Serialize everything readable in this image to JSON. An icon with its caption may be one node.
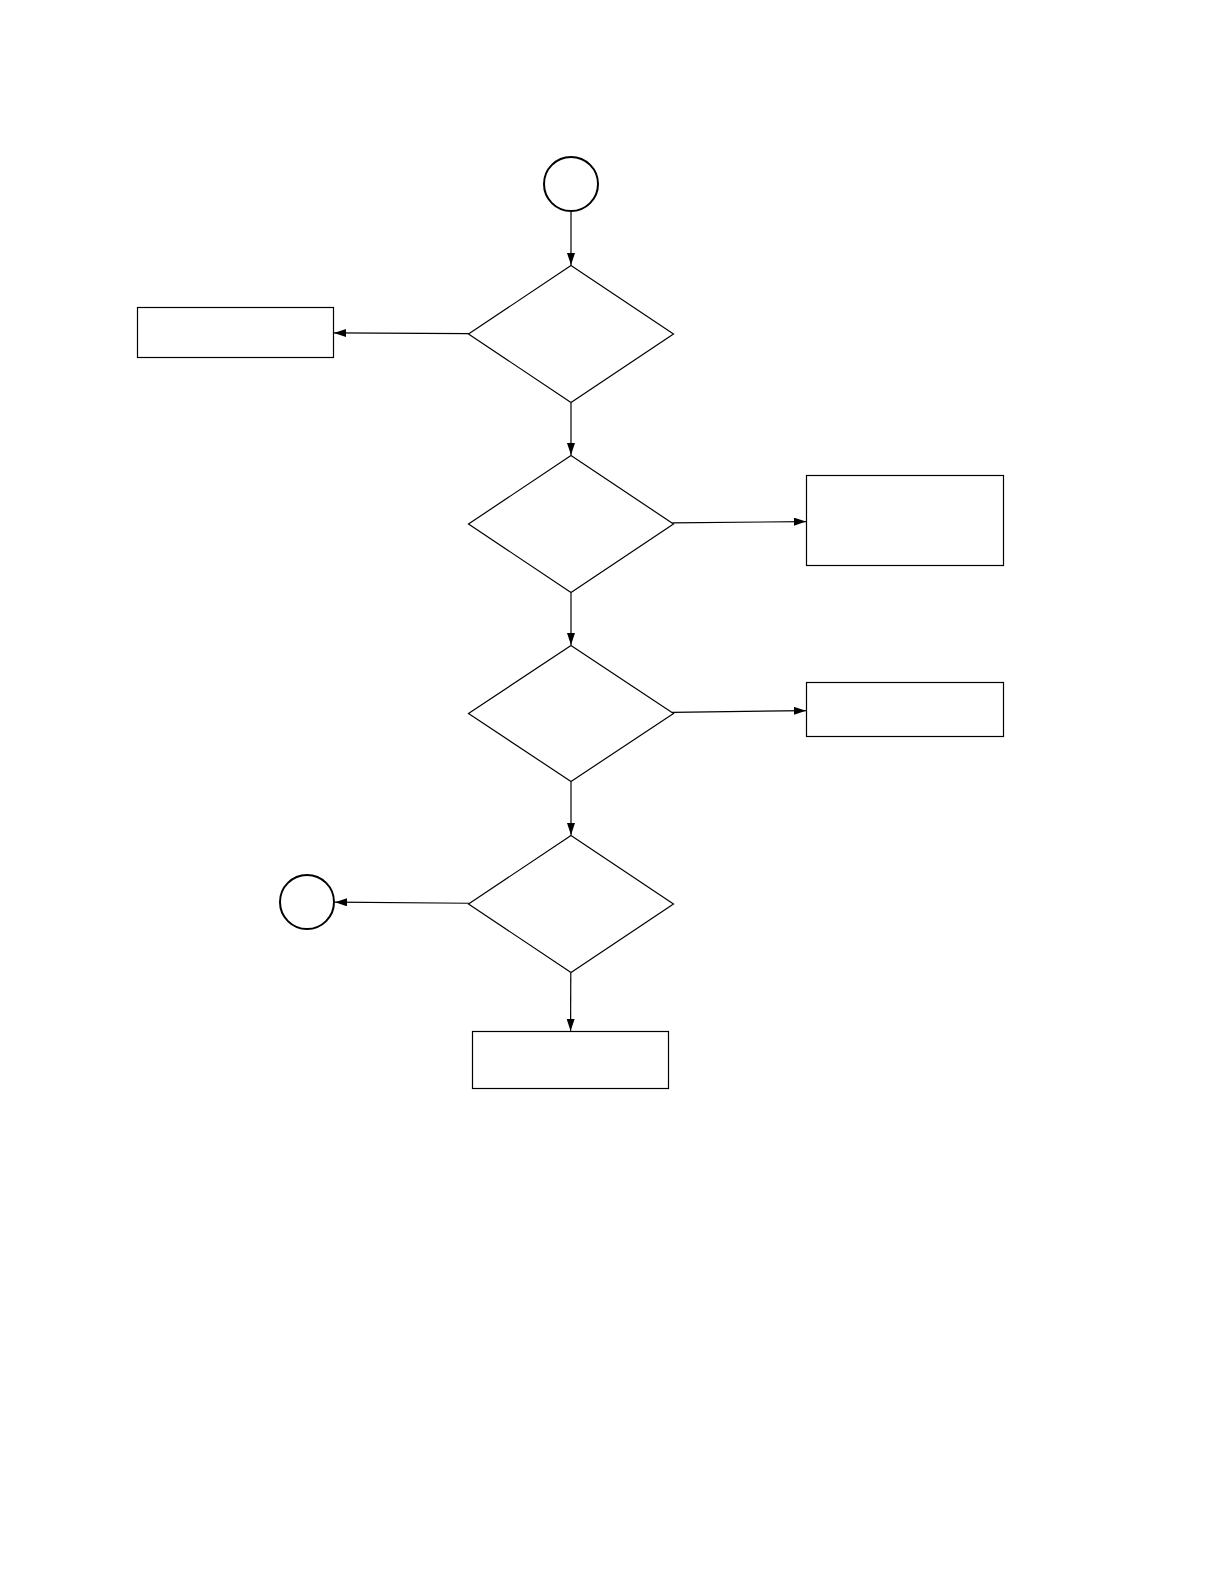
{
  "diagram": {
    "nodes": [
      {
        "text": [],
        "shape": "circle"
      },
      {
        "text": [],
        "shape": "diamond"
      },
      {
        "text": [],
        "shape": "box"
      },
      {
        "text": [],
        "shape": "diamond"
      },
      {
        "text": [],
        "shape": "box"
      },
      {
        "text": [],
        "shape": "diamond"
      },
      {
        "text": [],
        "shape": "box"
      },
      {
        "text": [],
        "shape": "circle"
      },
      {
        "text": [],
        "shape": "diamond"
      },
      {
        "text": [],
        "shape": "box"
      }
    ],
    "edges": [
      {
        "from": 0,
        "to": 1,
        "arrow": "to"
      },
      {
        "from": 1,
        "to": 2,
        "arrow": "to"
      },
      {
        "from": 1,
        "to": 3,
        "arrow": "to"
      },
      {
        "from": 3,
        "to": 4,
        "arrow": "to"
      },
      {
        "from": 3,
        "to": 5,
        "arrow": "to"
      },
      {
        "from": 5,
        "to": 6,
        "arrow": "to"
      },
      {
        "from": 5,
        "to": 8,
        "arrow": "to"
      },
      {
        "from": 8,
        "to": 7,
        "arrow": "to"
      },
      {
        "from": 8,
        "to": 9,
        "arrow": "to"
      }
    ]
  }
}
